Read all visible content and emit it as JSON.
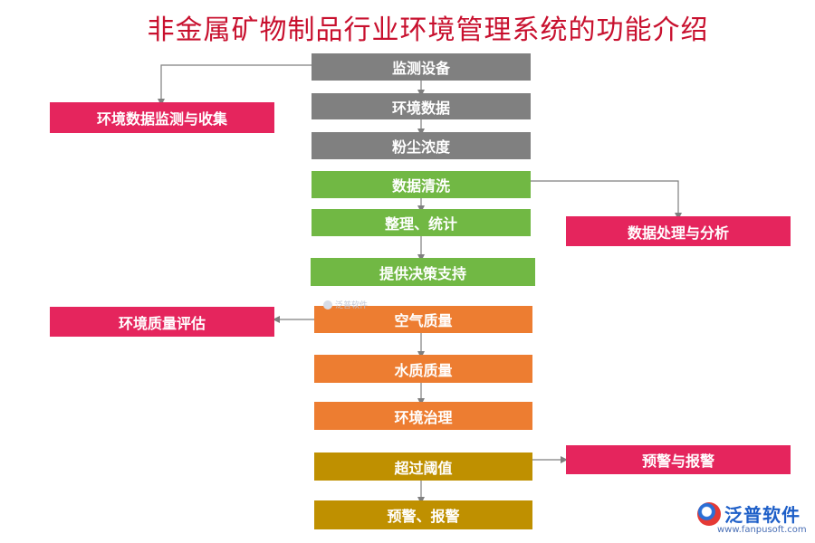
{
  "title": "非金属矿物制品行业环境管理系统的功能介绍",
  "flow": {
    "monitor_device": "监测设备",
    "env_data": "环境数据",
    "dust": "粉尘浓度",
    "data_clean": "数据清洗",
    "organize": "整理、统计",
    "decision": "提供决策支持",
    "air": "空气质量",
    "water": "水质质量",
    "governance": "环境治理",
    "threshold": "超过阈值",
    "alarm": "预警、报警"
  },
  "side": {
    "collect": "环境数据监测与收集",
    "analysis": "数据处理与分析",
    "assessment": "环境质量评估",
    "warning": "预警与报警"
  },
  "watermark": "泛普软件",
  "logo": {
    "name": "泛普软件",
    "url": "www.fanpusoft.com"
  },
  "colors": {
    "title": "#c8102e",
    "gray": "#808080",
    "green": "#71b844",
    "orange": "#ed7d31",
    "gold": "#bf9000",
    "pink": "#e5255d",
    "arrow": "#7f7f7f"
  }
}
